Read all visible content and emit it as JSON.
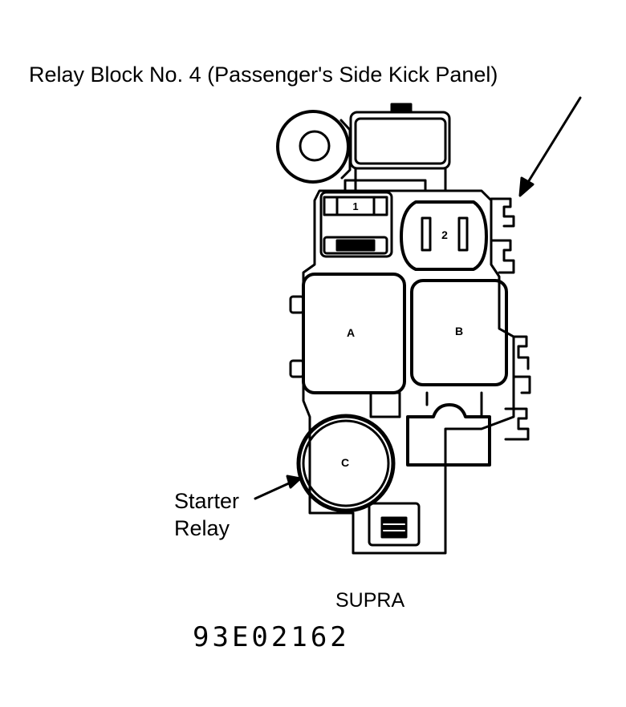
{
  "title": "Relay Block No. 4 (Passenger's Side Kick Panel)",
  "callouts": {
    "starter_line1": "Starter",
    "starter_line2": "Relay"
  },
  "components": {
    "fuse_1": "1",
    "relay_2": "2",
    "relay_a": "A",
    "relay_b": "B",
    "relay_c": "C"
  },
  "model": "SUPRA",
  "figure_number": "93E02162"
}
